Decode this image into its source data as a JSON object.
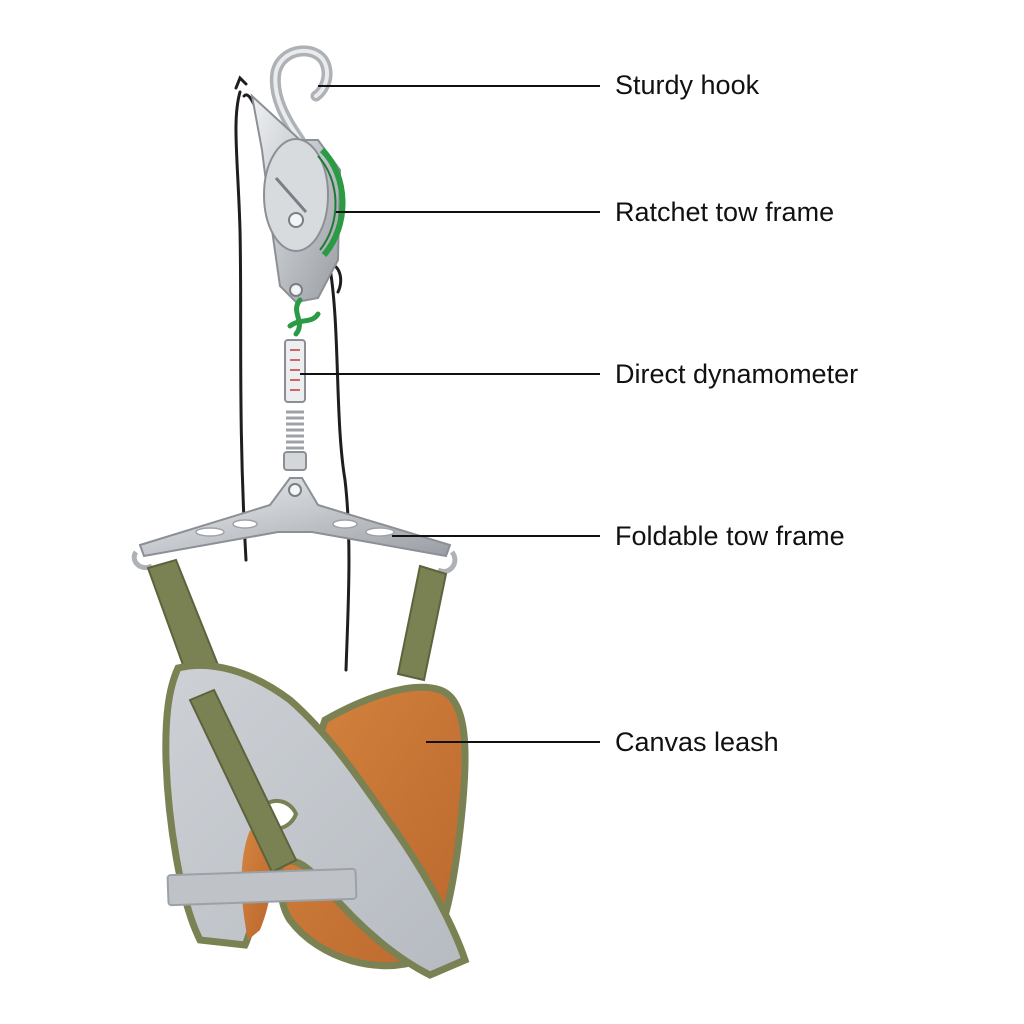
{
  "labels": {
    "hook": "Sturdy hook",
    "ratchet": "Ratchet tow frame",
    "dynamometer": "Direct dynamometer",
    "foldable": "Foldable tow frame",
    "canvas": "Canvas leash"
  },
  "colors": {
    "metal": "#c9ccd0",
    "metal_dark": "#8c9096",
    "rope": "#1e1e1e",
    "green_rope": "#2a9a45",
    "strap": "#7a8152",
    "strap_dark": "#5d633d",
    "canvas_gray": "#c3c7cc",
    "canvas_orange": "#c9773c",
    "line": "#111111"
  }
}
